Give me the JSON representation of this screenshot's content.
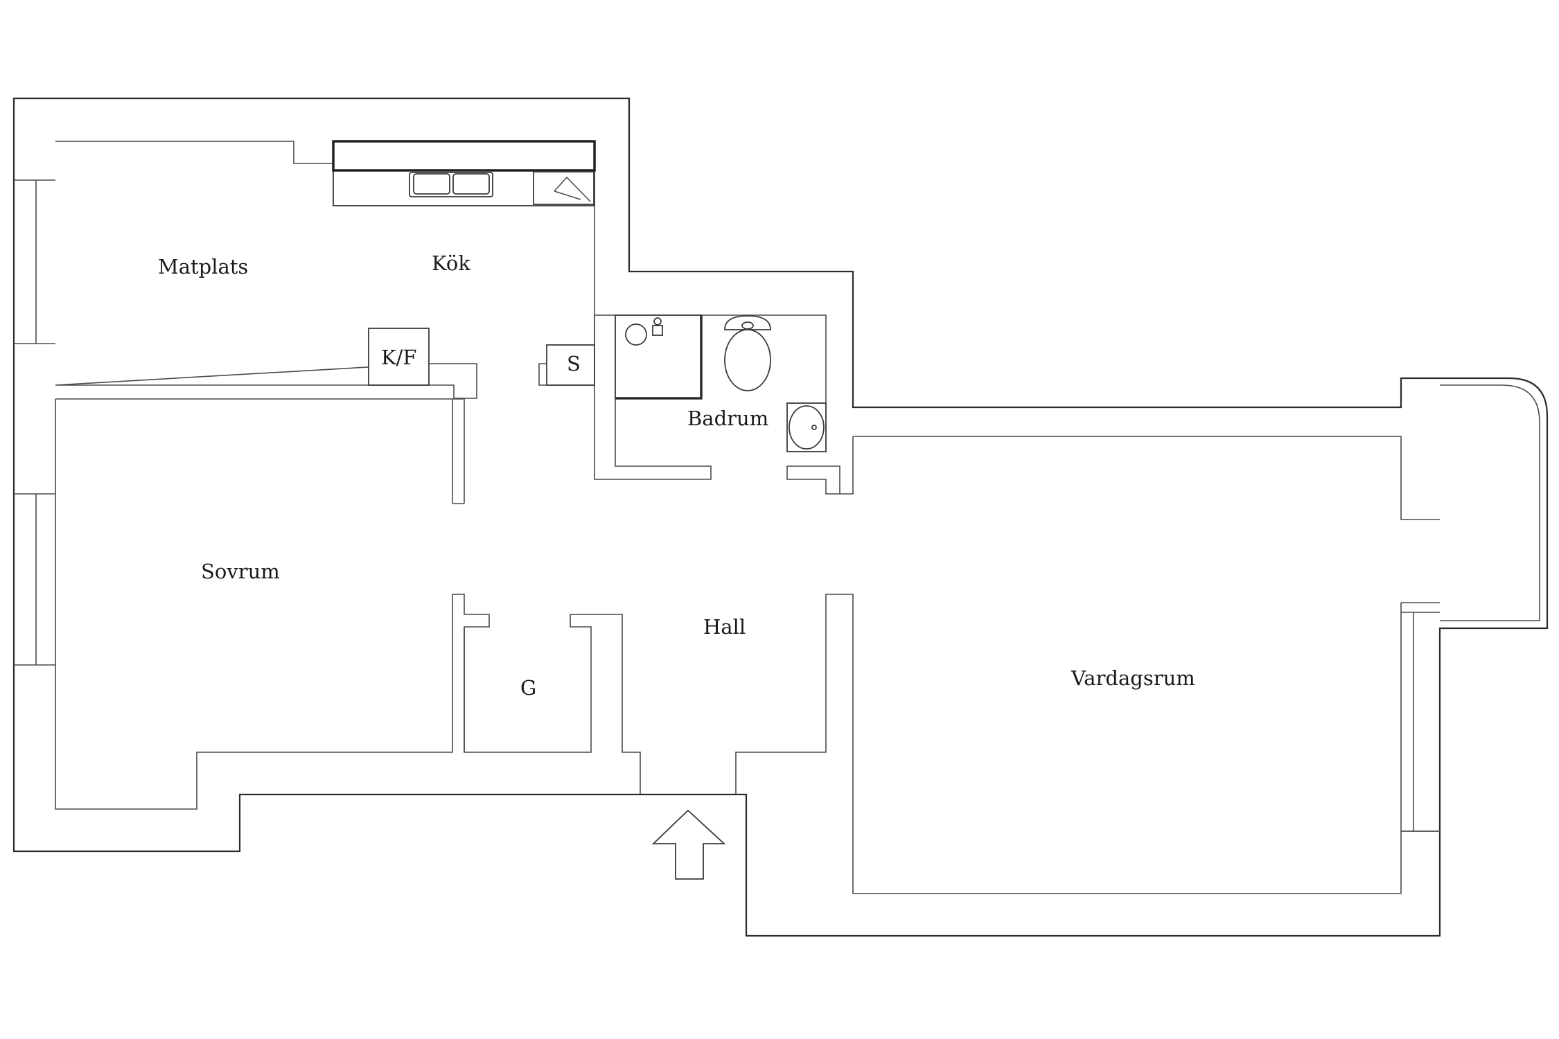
{
  "rooms": {
    "matplats": "Matplats",
    "kok": "Kök",
    "kf": "K/F",
    "s": "S",
    "badrum": "Badrum",
    "sovrum": "Sovrum",
    "hall": "Hall",
    "g": "G",
    "vardagsrum": "Vardagsrum"
  },
  "entrance_icon": "up-arrow-icon",
  "colors": {
    "line": "#2b2b2b",
    "background": "#ffffff"
  }
}
